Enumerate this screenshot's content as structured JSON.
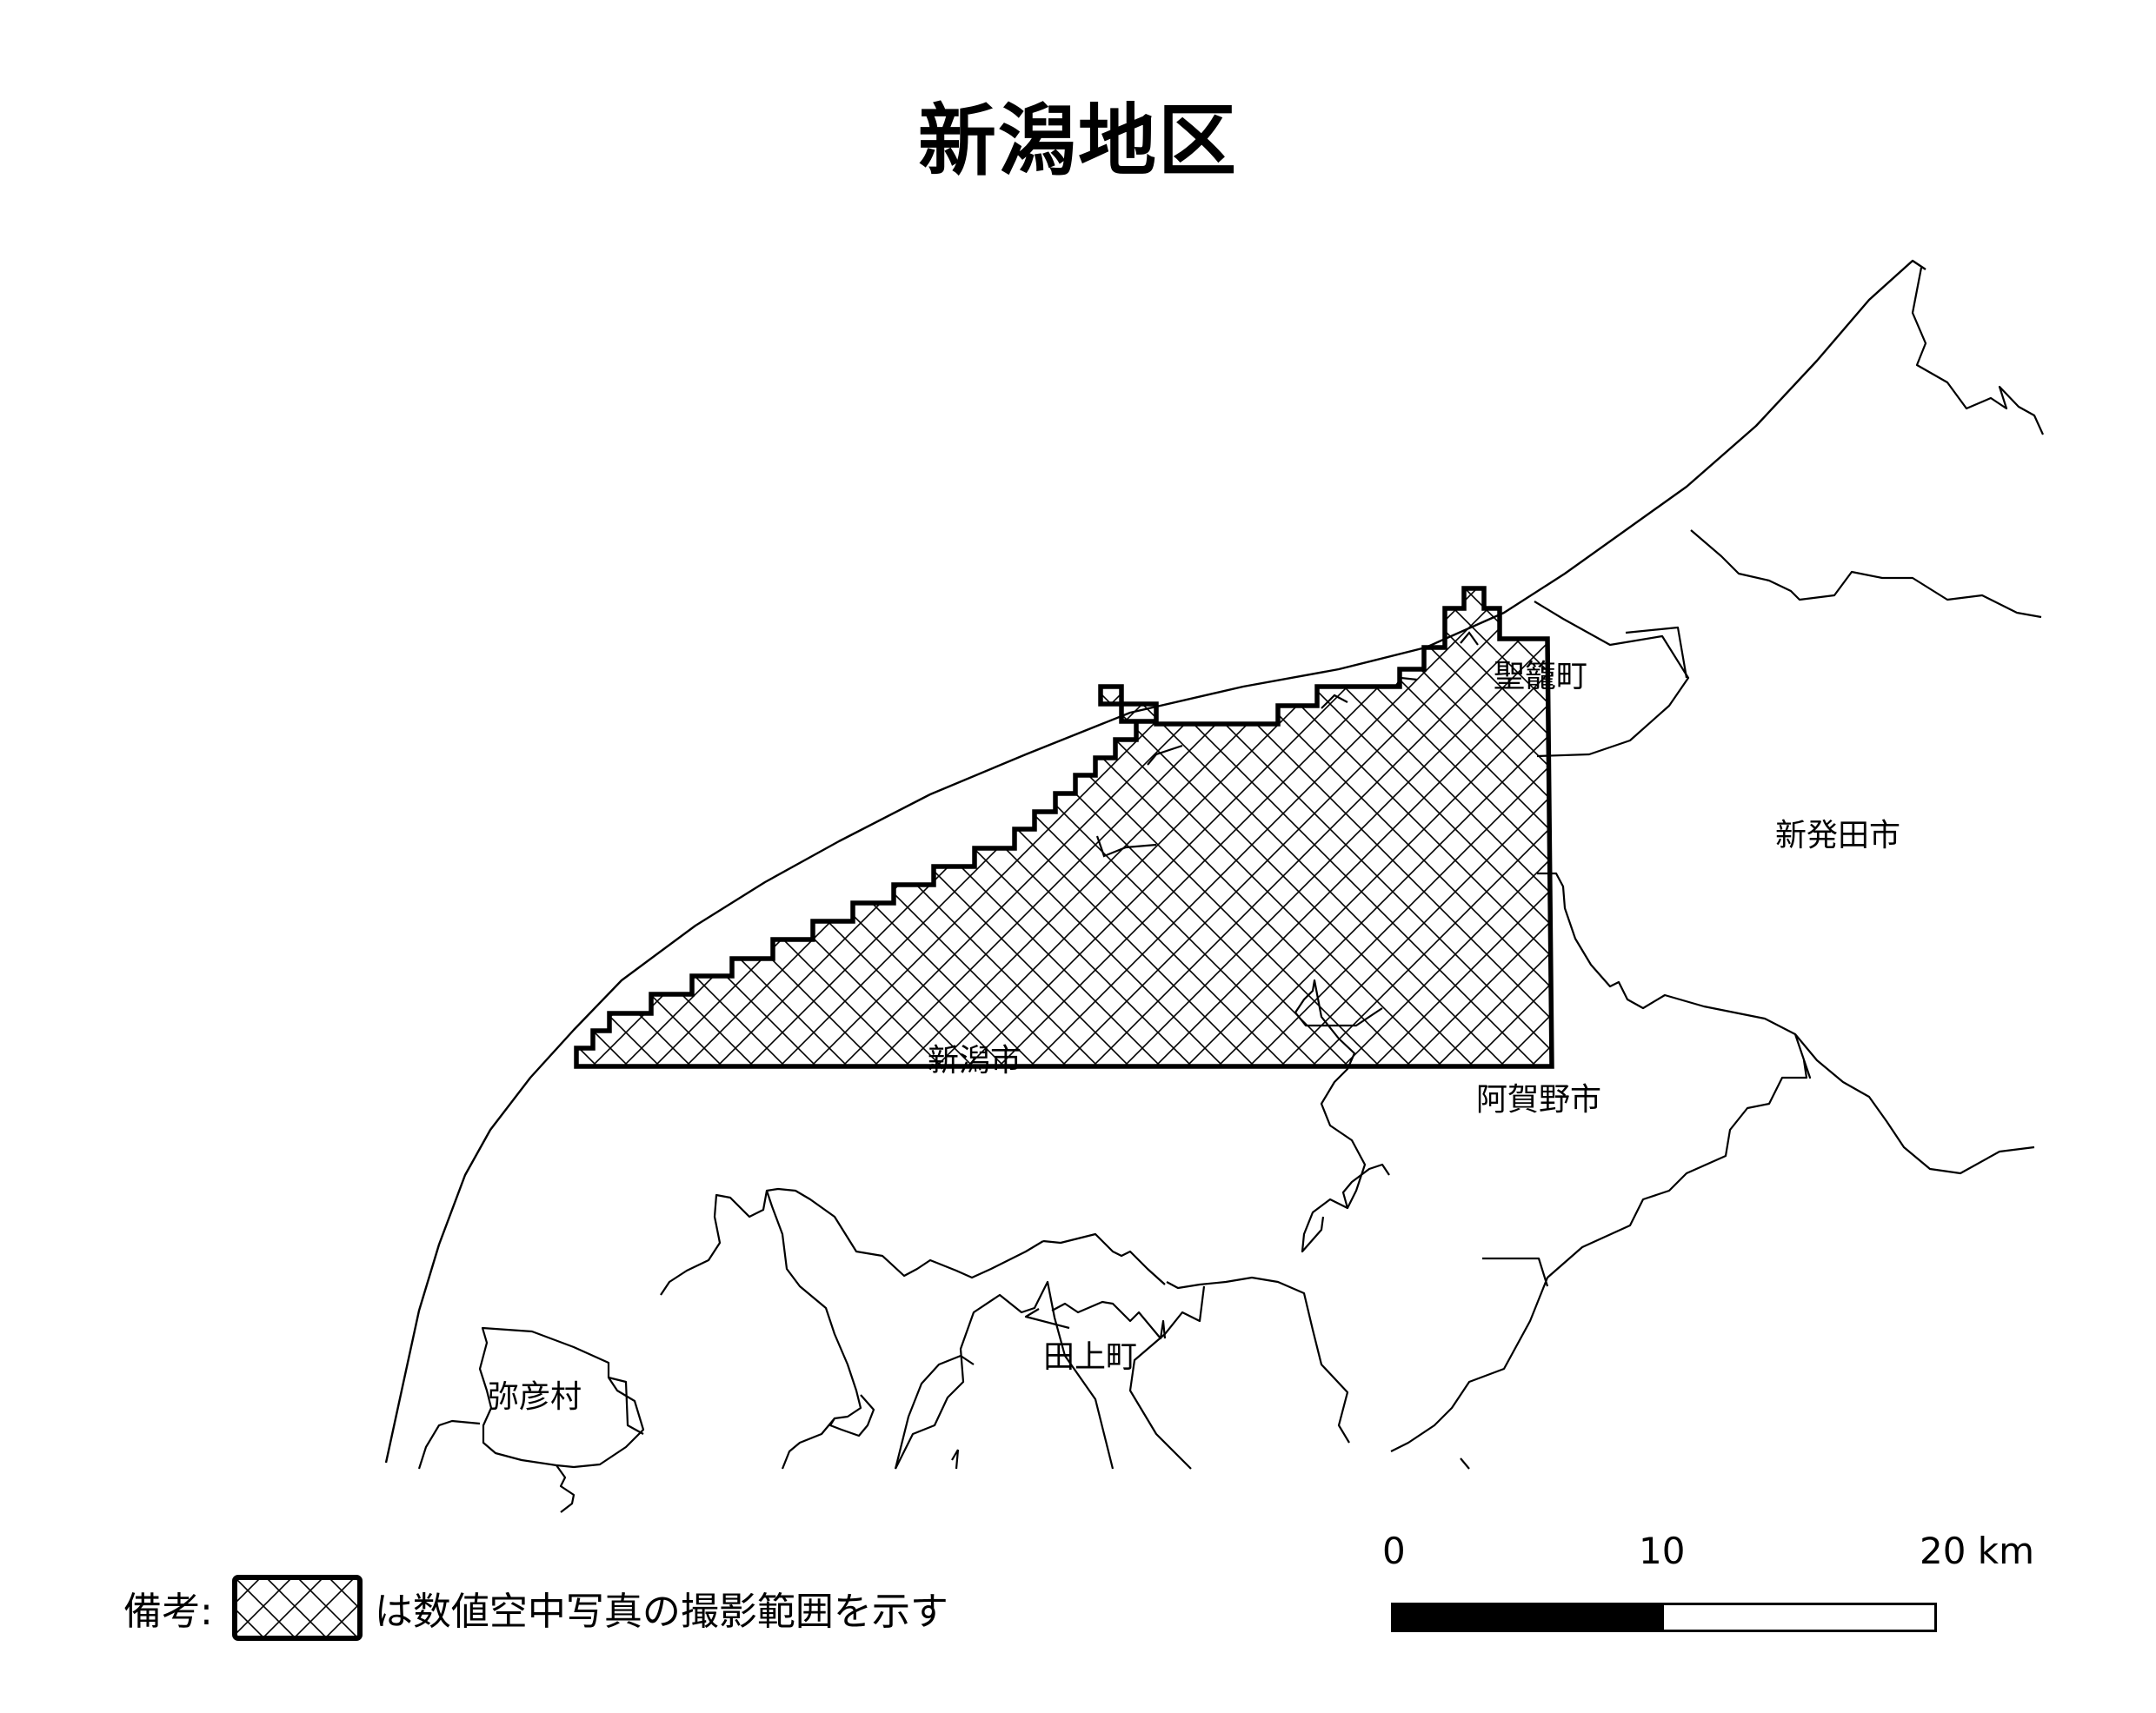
{
  "map": {
    "title": "新潟地区",
    "places": {
      "niigata": "新潟市",
      "seiro": "聖籠町",
      "shibata": "新発田市",
      "agano": "阿賀野市",
      "yahiko": "弥彦村",
      "tagami": "田上町"
    },
    "colors": {
      "line": "#000000",
      "background": "#ffffff",
      "hatch": "#000000"
    }
  },
  "legend": {
    "prefix": "備考:",
    "text": "は数値空中写真の撮影範囲を示す"
  },
  "scale_bar": {
    "ticks": [
      "0",
      "10",
      "20 km"
    ],
    "segments": [
      {
        "from": 0,
        "to": 10,
        "fill": "#000000"
      },
      {
        "from": 10,
        "to": 20,
        "fill": "#ffffff"
      }
    ]
  }
}
